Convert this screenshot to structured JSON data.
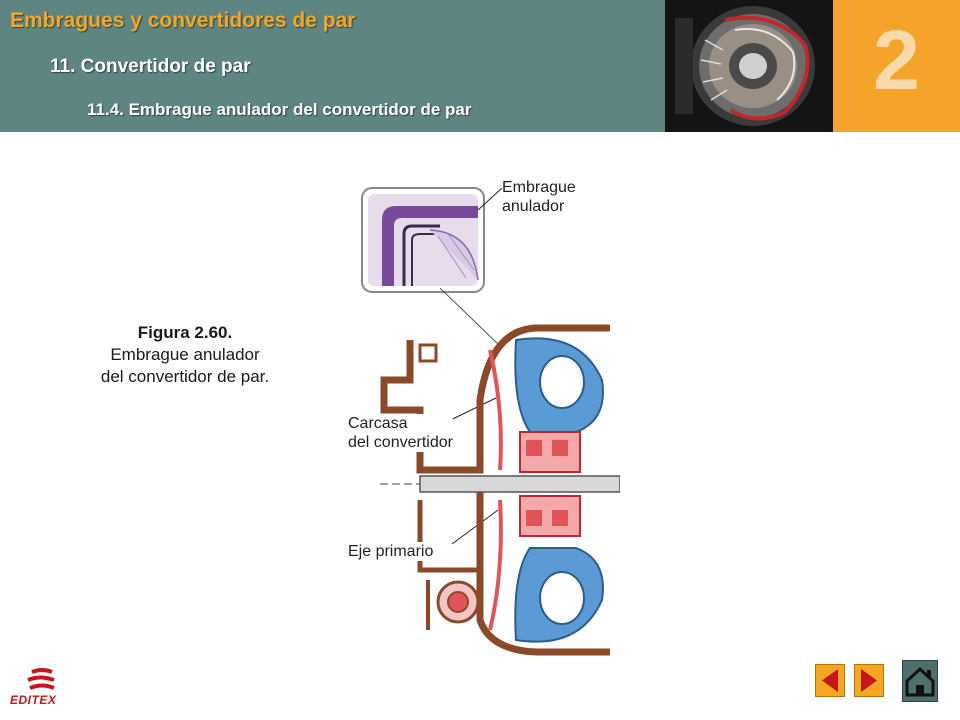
{
  "header": {
    "title": "Embragues y convertidores de par",
    "section": "11. Convertidor de par",
    "subsection": "11.4. Embrague anulador del convertidor de par"
  },
  "chapter_number": "2",
  "caption": {
    "figure_label": "Figura 2.60.",
    "line1": "Embrague anulador",
    "line2": "del convertidor de par."
  },
  "figure": {
    "label_clutch_line1": "Embrague",
    "label_clutch_line2": "anulador",
    "label_housing_line1": "Carcasa",
    "label_housing_line2": "del convertidor",
    "label_shaft": "Eje primario"
  },
  "logo": {
    "text": "EDITEX"
  },
  "colors": {
    "header_bg": "#5f8582",
    "title_orange": "#f5a623",
    "chapter_bg": "#f5a32a",
    "housing_brown": "#8a4a2a",
    "clutch_purple": "#7a4a9a",
    "turbine_blue": "#5b9bd5",
    "parts_red": "#e0555a"
  },
  "nav": {
    "prev_icon": "arrow-left-icon",
    "next_icon": "arrow-right-icon",
    "home_icon": "home-icon"
  }
}
